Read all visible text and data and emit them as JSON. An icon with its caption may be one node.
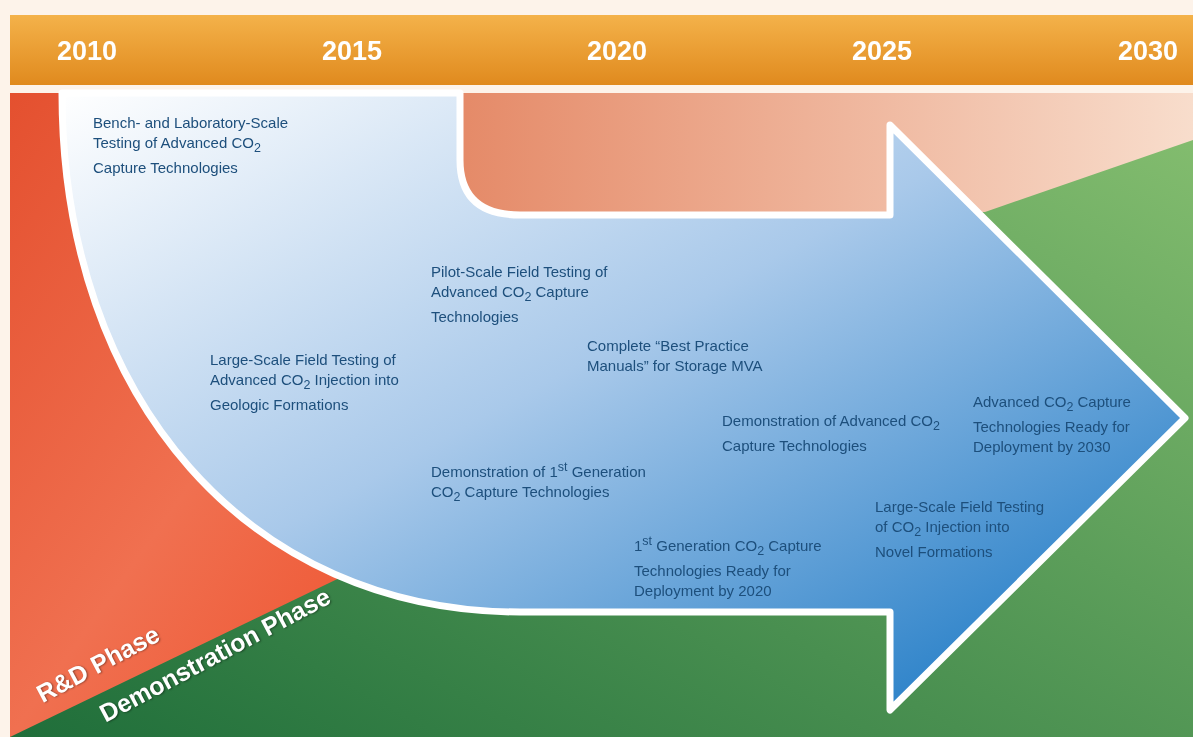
{
  "diagram": {
    "labels": [
      "2010",
      "2015",
      "2020",
      "2025",
      "2030",
      "Bench- and Laboratory-Scale Testing of Advanced CO$_{2}$ Capture Technologies",
      "Pilot-Scale Field Testing of Advanced CO$_{2}$ Capture Technologies",
      "Large-Scale Field Testing of Advanced CO$_{2}$ Injection into Geologic Formations",
      "Complete “Best Practice Manuals” for Storage MVA",
      "Demonstration of Advanced CO$_{2}$ Capture Technologies",
      "Advanced CO$_{2}$ Capture Technologies Ready for Deployment by 2030",
      "Demonstration of 1$^{st}$ Generation CO$_{2}$ Capture Technologies",
      "Large-Scale Field Testing of CO$_{2}$ Injection into Novel Formations",
      "1$^{st}$ Generation CO$_{2}$ Capture Technologies Ready for Deployment by 2020",
      "R&D Phase",
      "Demonstration Phase"
    ]
  }
}
